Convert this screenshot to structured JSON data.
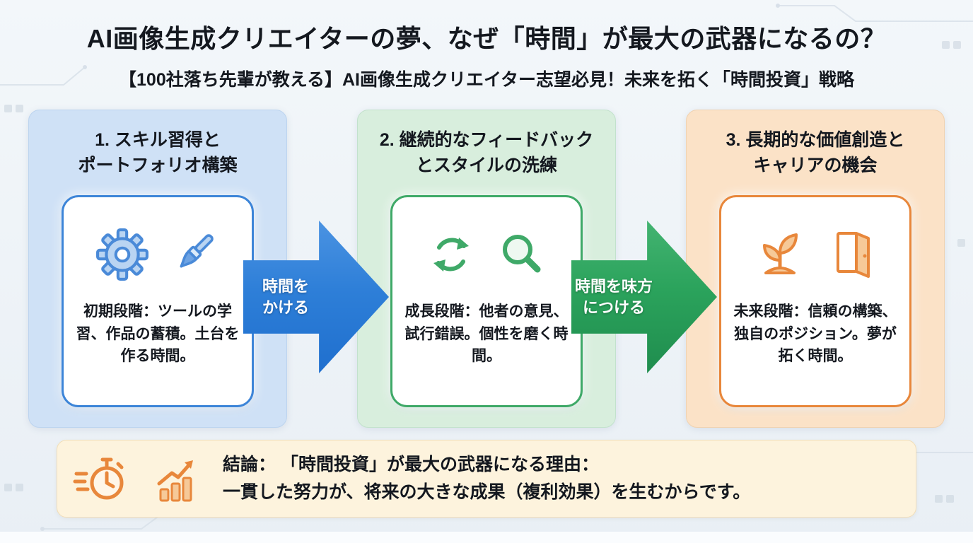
{
  "header": {
    "title": "AI画像生成クリエイターの夢、なぜ「時間」が最大の武器になるの？",
    "subtitle": "【100社落ち先輩が教える】AI画像生成クリエイター志望必見！未来を拓く「時間投資」戦略"
  },
  "steps": [
    {
      "title_line1": "1. スキル習得と",
      "title_line2": "ポートフォリオ構築",
      "description": "初期段階：ツールの学習、作品の蓄積。土台を作る時間。",
      "icons": [
        "gear-icon",
        "paintbrush-icon"
      ],
      "accent_color": "#3d85d8",
      "background_color": "#cfe1f6"
    },
    {
      "title_line1": "2. 継続的なフィードバック",
      "title_line2": "とスタイルの洗練",
      "description": "成長段階：他者の意見、試行錯誤。個性を磨く時間。",
      "icons": [
        "cycle-icon",
        "magnifier-icon"
      ],
      "accent_color": "#3fa968",
      "background_color": "#d8eedd"
    },
    {
      "title_line1": "3. 長期的な価値創造と",
      "title_line2": "キャリアの機会",
      "description": "未来段階：信頼の構築、独自のポジション。夢が拓く時間。",
      "icons": [
        "sprout-icon",
        "door-icon"
      ],
      "accent_color": "#e8873b",
      "background_color": "#fbe2c7"
    }
  ],
  "arrows": [
    {
      "label_line1": "時間を",
      "label_line2": "かける",
      "color": "#2e7fd8"
    },
    {
      "label_line1": "時間を味方",
      "label_line2": "につける",
      "color": "#2ba35c"
    }
  ],
  "conclusion": {
    "line1": "結論： 「時間投資」が最大の武器になる理由：",
    "line2": "一貫した努力が、将来の大きな成果（複利効果）を生むからです。",
    "icons": [
      "stopwatch-icon",
      "growth-chart-icon"
    ],
    "background_color": "#fdf3dd"
  }
}
